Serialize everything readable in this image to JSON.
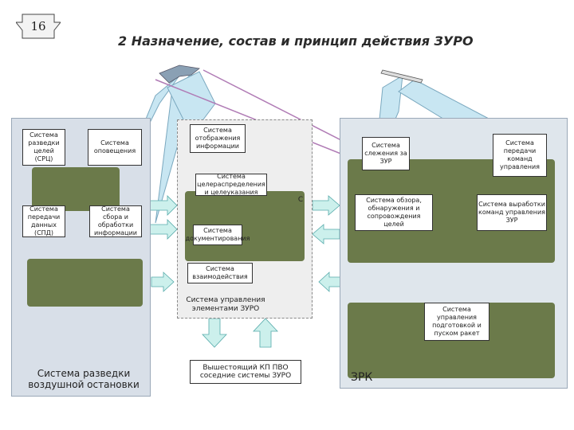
{
  "slide_number": "16",
  "title": "2 Назначение, состав и принцип действия ЗУРО",
  "recon": {
    "srts": "Система разведки целей (СРЦ)",
    "sop": "Система оповещения",
    "spd": "Система передачи данных (СПД)",
    "ssoi": "Система сбора и обработки информации",
    "caption": "Система разведки воздушной остановки"
  },
  "control": {
    "soi": "Система отображения информации",
    "scr": "Система целераспределения и целеуказания",
    "sdo": "Система документирования",
    "svz": "Система взаимодействия",
    "caption": "Система управления элементами ЗУРО"
  },
  "zrk": {
    "ssz": "Система слежения за ЗУР",
    "spku": "Система передачи команд управления",
    "sozc": "Система обзора, обнаружения и сопровождения целей",
    "svku": "Система выработки команд управления ЗУР",
    "spr": "Система управления подготовкой и пуском ракет",
    "label": "ЗРК",
    "side_letter": "С"
  },
  "higher": "Вышестоящий КП ПВО соседние системы ЗУРО",
  "colors": {
    "beam": "#c8e6f2",
    "arrow": "#ccf0ec",
    "panel": "#d8dfe8",
    "vehicle": "#6b7a4a",
    "sky": "#dfe6ec"
  }
}
